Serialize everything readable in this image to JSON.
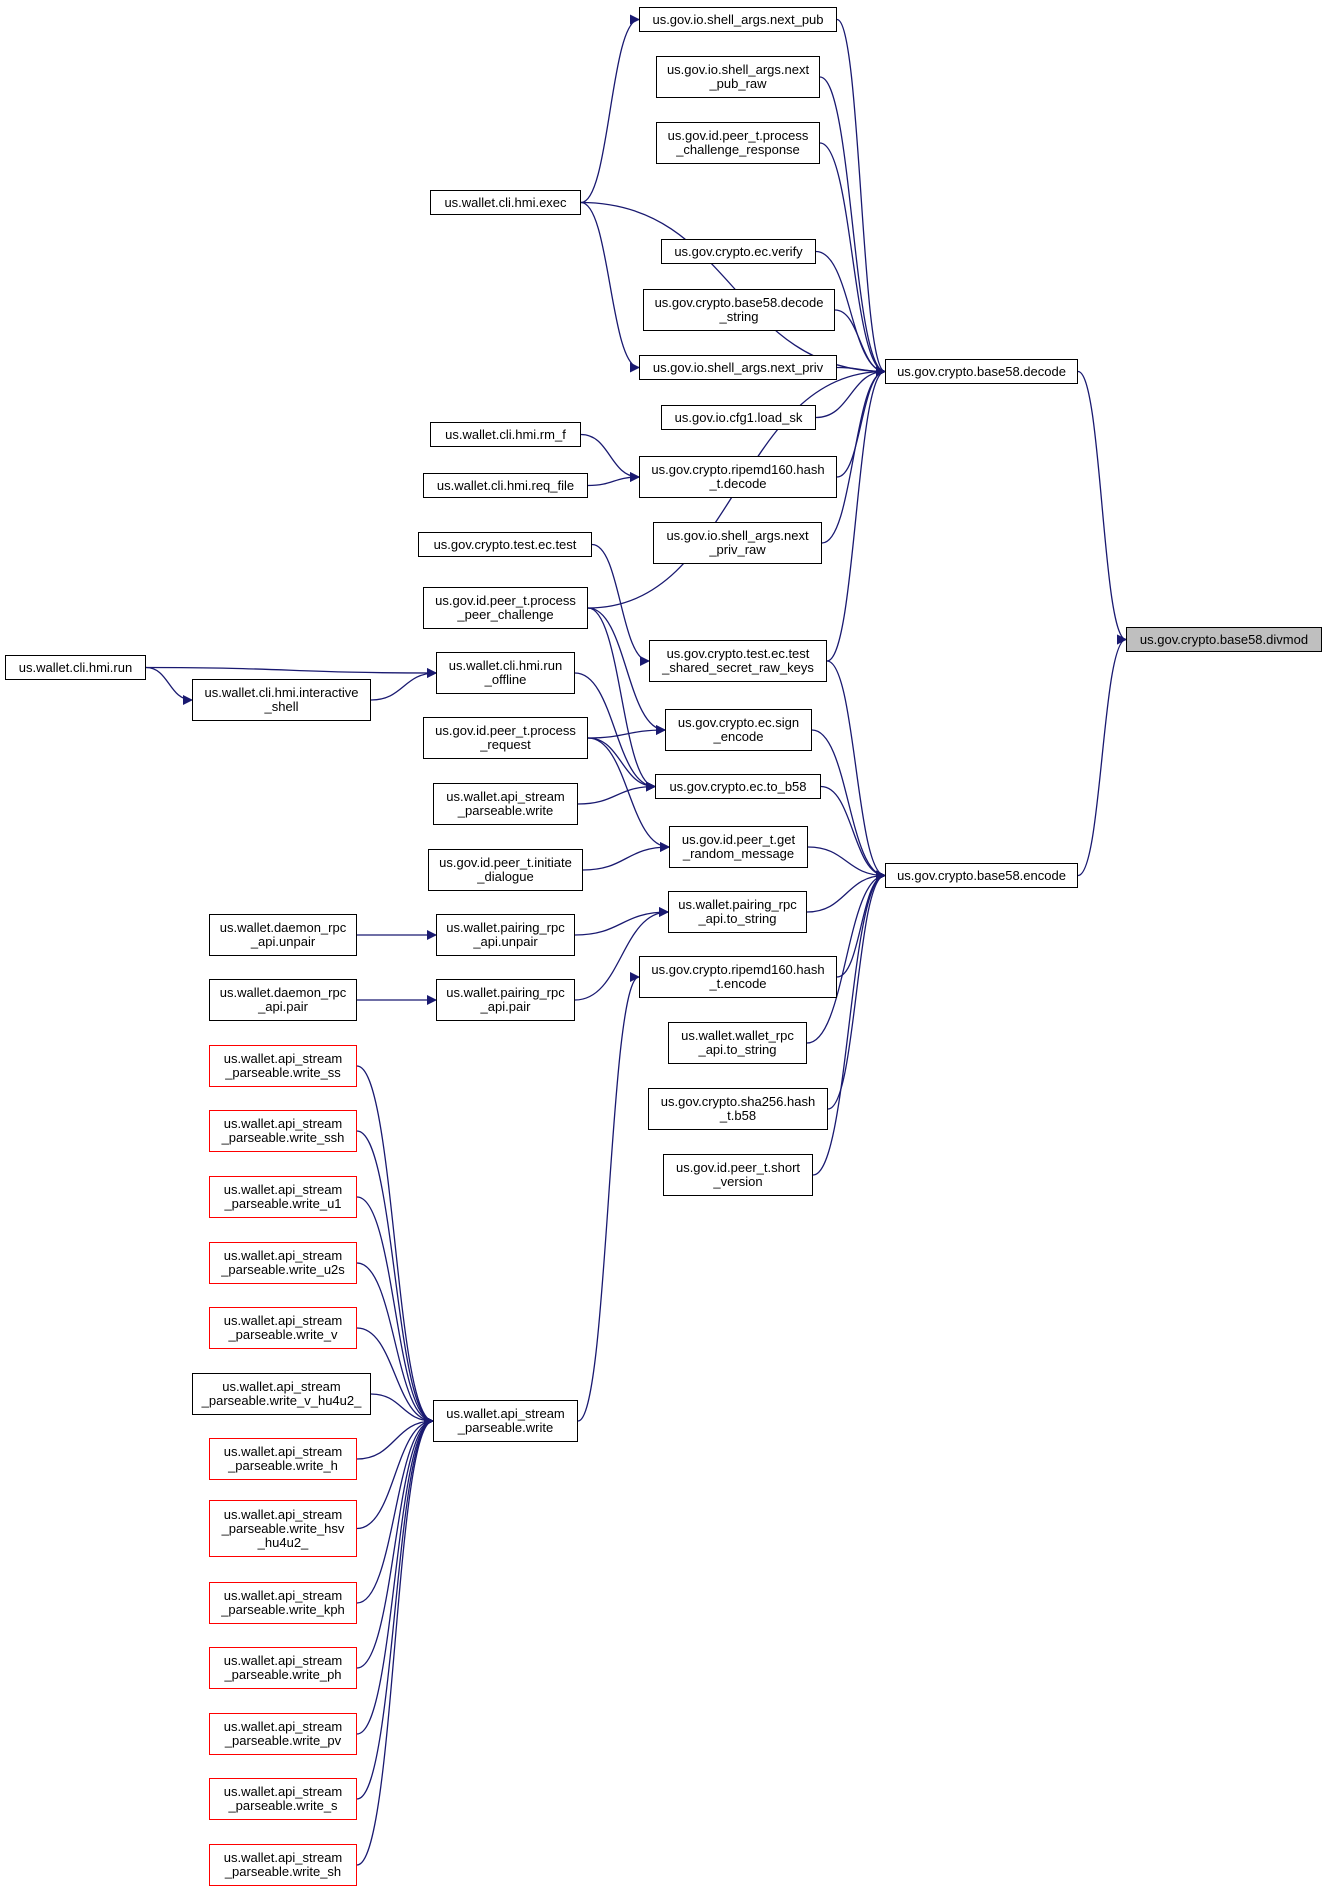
{
  "diagram": {
    "type": "doxygen-caller-graph",
    "focus_node": "divmod",
    "colors": {
      "edge": "#191970",
      "node_border": "#000000",
      "truncated_border": "#ff0000",
      "focus_fill": "#bfbfbf"
    },
    "nodes": [
      {
        "id": "divmod",
        "label": "us.gov.crypto.base58.divmod",
        "style": "focus"
      },
      {
        "id": "decode",
        "label": "us.gov.crypto.base58.decode",
        "style": "normal"
      },
      {
        "id": "encode",
        "label": "us.gov.crypto.base58.encode",
        "style": "normal"
      },
      {
        "id": "next_pub",
        "label": "us.gov.io.shell_args.next_pub",
        "style": "normal"
      },
      {
        "id": "next_pub_raw",
        "label": "us.gov.io.shell_args.next\n_pub_raw",
        "style": "normal"
      },
      {
        "id": "process_challenge_response",
        "label": "us.gov.id.peer_t.process\n_challenge_response",
        "style": "normal"
      },
      {
        "id": "hmi_exec",
        "label": "us.wallet.cli.hmi.exec",
        "style": "normal"
      },
      {
        "id": "ec_verify",
        "label": "us.gov.crypto.ec.verify",
        "style": "normal"
      },
      {
        "id": "decode_string",
        "label": "us.gov.crypto.base58.decode\n_string",
        "style": "normal"
      },
      {
        "id": "next_priv",
        "label": "us.gov.io.shell_args.next_priv",
        "style": "normal"
      },
      {
        "id": "load_sk",
        "label": "us.gov.io.cfg1.load_sk",
        "style": "normal"
      },
      {
        "id": "rm_f",
        "label": "us.wallet.cli.hmi.rm_f",
        "style": "normal"
      },
      {
        "id": "req_file",
        "label": "us.wallet.cli.hmi.req_file",
        "style": "normal"
      },
      {
        "id": "ripemd_decode",
        "label": "us.gov.crypto.ripemd160.hash\n_t.decode",
        "style": "normal"
      },
      {
        "id": "next_priv_raw",
        "label": "us.gov.io.shell_args.next\n_priv_raw",
        "style": "normal"
      },
      {
        "id": "test_ec_test",
        "label": "us.gov.crypto.test.ec.test",
        "style": "normal"
      },
      {
        "id": "process_peer_challenge",
        "label": "us.gov.id.peer_t.process\n_peer_challenge",
        "style": "normal"
      },
      {
        "id": "test_shared_secret",
        "label": "us.gov.crypto.test.ec.test\n_shared_secret_raw_keys",
        "style": "normal"
      },
      {
        "id": "hmi_run",
        "label": "us.wallet.cli.hmi.run",
        "style": "normal"
      },
      {
        "id": "hmi_run_offline",
        "label": "us.wallet.cli.hmi.run\n_offline",
        "style": "normal"
      },
      {
        "id": "interactive_shell",
        "label": "us.wallet.cli.hmi.interactive\n_shell",
        "style": "normal"
      },
      {
        "id": "process_request",
        "label": "us.gov.id.peer_t.process\n_request",
        "style": "normal"
      },
      {
        "id": "sign_encode",
        "label": "us.gov.crypto.ec.sign\n_encode",
        "style": "normal"
      },
      {
        "id": "api_write_small",
        "label": "us.wallet.api_stream\n_parseable.write",
        "style": "normal"
      },
      {
        "id": "to_b58",
        "label": "us.gov.crypto.ec.to_b58",
        "style": "normal"
      },
      {
        "id": "initiate_dialogue",
        "label": "us.gov.id.peer_t.initiate\n_dialogue",
        "style": "normal"
      },
      {
        "id": "get_random_message",
        "label": "us.gov.id.peer_t.get\n_random_message",
        "style": "normal"
      },
      {
        "id": "daemon_unpair",
        "label": "us.wallet.daemon_rpc\n_api.unpair",
        "style": "normal"
      },
      {
        "id": "pairing_unpair",
        "label": "us.wallet.pairing_rpc\n_api.unpair",
        "style": "normal"
      },
      {
        "id": "pairing_to_string",
        "label": "us.wallet.pairing_rpc\n_api.to_string",
        "style": "normal"
      },
      {
        "id": "daemon_pair",
        "label": "us.wallet.daemon_rpc\n_api.pair",
        "style": "normal"
      },
      {
        "id": "pairing_pair",
        "label": "us.wallet.pairing_rpc\n_api.pair",
        "style": "normal"
      },
      {
        "id": "ripemd_encode",
        "label": "us.gov.crypto.ripemd160.hash\n_t.encode",
        "style": "normal"
      },
      {
        "id": "wallet_to_string",
        "label": "us.wallet.wallet_rpc\n_api.to_string",
        "style": "normal"
      },
      {
        "id": "sha256_b58",
        "label": "us.gov.crypto.sha256.hash\n_t.b58",
        "style": "normal"
      },
      {
        "id": "short_version",
        "label": "us.gov.id.peer_t.short\n_version",
        "style": "normal"
      },
      {
        "id": "api_write_big",
        "label": "us.wallet.api_stream\n_parseable.write",
        "style": "normal"
      },
      {
        "id": "write_ss",
        "label": "us.wallet.api_stream\n_parseable.write_ss",
        "style": "truncated"
      },
      {
        "id": "write_ssh",
        "label": "us.wallet.api_stream\n_parseable.write_ssh",
        "style": "truncated"
      },
      {
        "id": "write_u1",
        "label": "us.wallet.api_stream\n_parseable.write_u1",
        "style": "truncated"
      },
      {
        "id": "write_u2s",
        "label": "us.wallet.api_stream\n_parseable.write_u2s",
        "style": "truncated"
      },
      {
        "id": "write_v",
        "label": "us.wallet.api_stream\n_parseable.write_v",
        "style": "truncated"
      },
      {
        "id": "write_v_hu4u2",
        "label": "us.wallet.api_stream\n_parseable.write_v_hu4u2_",
        "style": "normal"
      },
      {
        "id": "write_h",
        "label": "us.wallet.api_stream\n_parseable.write_h",
        "style": "truncated"
      },
      {
        "id": "write_hsv_hu4u2",
        "label": "us.wallet.api_stream\n_parseable.write_hsv\n_hu4u2_",
        "style": "truncated"
      },
      {
        "id": "write_kph",
        "label": "us.wallet.api_stream\n_parseable.write_kph",
        "style": "truncated"
      },
      {
        "id": "write_ph",
        "label": "us.wallet.api_stream\n_parseable.write_ph",
        "style": "truncated"
      },
      {
        "id": "write_pv",
        "label": "us.wallet.api_stream\n_parseable.write_pv",
        "style": "truncated"
      },
      {
        "id": "write_s",
        "label": "us.wallet.api_stream\n_parseable.write_s",
        "style": "truncated"
      },
      {
        "id": "write_sh",
        "label": "us.wallet.api_stream\n_parseable.write_sh",
        "style": "truncated"
      }
    ],
    "edges": [
      [
        "decode",
        "divmod"
      ],
      [
        "encode",
        "divmod"
      ],
      [
        "next_pub",
        "decode"
      ],
      [
        "next_pub_raw",
        "decode"
      ],
      [
        "process_challenge_response",
        "decode"
      ],
      [
        "hmi_exec",
        "decode"
      ],
      [
        "ec_verify",
        "decode"
      ],
      [
        "decode_string",
        "decode"
      ],
      [
        "next_priv",
        "decode"
      ],
      [
        "load_sk",
        "decode"
      ],
      [
        "ripemd_decode",
        "decode"
      ],
      [
        "next_priv_raw",
        "decode"
      ],
      [
        "process_peer_challenge",
        "decode"
      ],
      [
        "test_shared_secret",
        "decode"
      ],
      [
        "hmi_exec",
        "next_pub"
      ],
      [
        "hmi_exec",
        "next_priv"
      ],
      [
        "rm_f",
        "ripemd_decode"
      ],
      [
        "req_file",
        "ripemd_decode"
      ],
      [
        "test_ec_test",
        "test_shared_secret"
      ],
      [
        "hmi_run",
        "hmi_run_offline"
      ],
      [
        "hmi_run",
        "interactive_shell"
      ],
      [
        "interactive_shell",
        "hmi_run_offline"
      ],
      [
        "process_peer_challenge",
        "sign_encode"
      ],
      [
        "process_peer_challenge",
        "to_b58"
      ],
      [
        "hmi_run_offline",
        "to_b58"
      ],
      [
        "process_request",
        "sign_encode"
      ],
      [
        "process_request",
        "to_b58"
      ],
      [
        "process_request",
        "get_random_message"
      ],
      [
        "api_write_small",
        "to_b58"
      ],
      [
        "initiate_dialogue",
        "get_random_message"
      ],
      [
        "daemon_unpair",
        "pairing_unpair"
      ],
      [
        "daemon_pair",
        "pairing_pair"
      ],
      [
        "pairing_unpair",
        "pairing_to_string"
      ],
      [
        "pairing_pair",
        "pairing_to_string"
      ],
      [
        "api_write_big",
        "ripemd_encode"
      ],
      [
        "test_shared_secret",
        "encode"
      ],
      [
        "sign_encode",
        "encode"
      ],
      [
        "to_b58",
        "encode"
      ],
      [
        "get_random_message",
        "encode"
      ],
      [
        "pairing_to_string",
        "encode"
      ],
      [
        "ripemd_encode",
        "encode"
      ],
      [
        "wallet_to_string",
        "encode"
      ],
      [
        "sha256_b58",
        "encode"
      ],
      [
        "short_version",
        "encode"
      ],
      [
        "write_ss",
        "api_write_big"
      ],
      [
        "write_ssh",
        "api_write_big"
      ],
      [
        "write_u1",
        "api_write_big"
      ],
      [
        "write_u2s",
        "api_write_big"
      ],
      [
        "write_v",
        "api_write_big"
      ],
      [
        "write_v_hu4u2",
        "api_write_big"
      ],
      [
        "write_h",
        "api_write_big"
      ],
      [
        "write_hsv_hu4u2",
        "api_write_big"
      ],
      [
        "write_kph",
        "api_write_big"
      ],
      [
        "write_ph",
        "api_write_big"
      ],
      [
        "write_pv",
        "api_write_big"
      ],
      [
        "write_s",
        "api_write_big"
      ],
      [
        "write_sh",
        "api_write_big"
      ]
    ]
  }
}
